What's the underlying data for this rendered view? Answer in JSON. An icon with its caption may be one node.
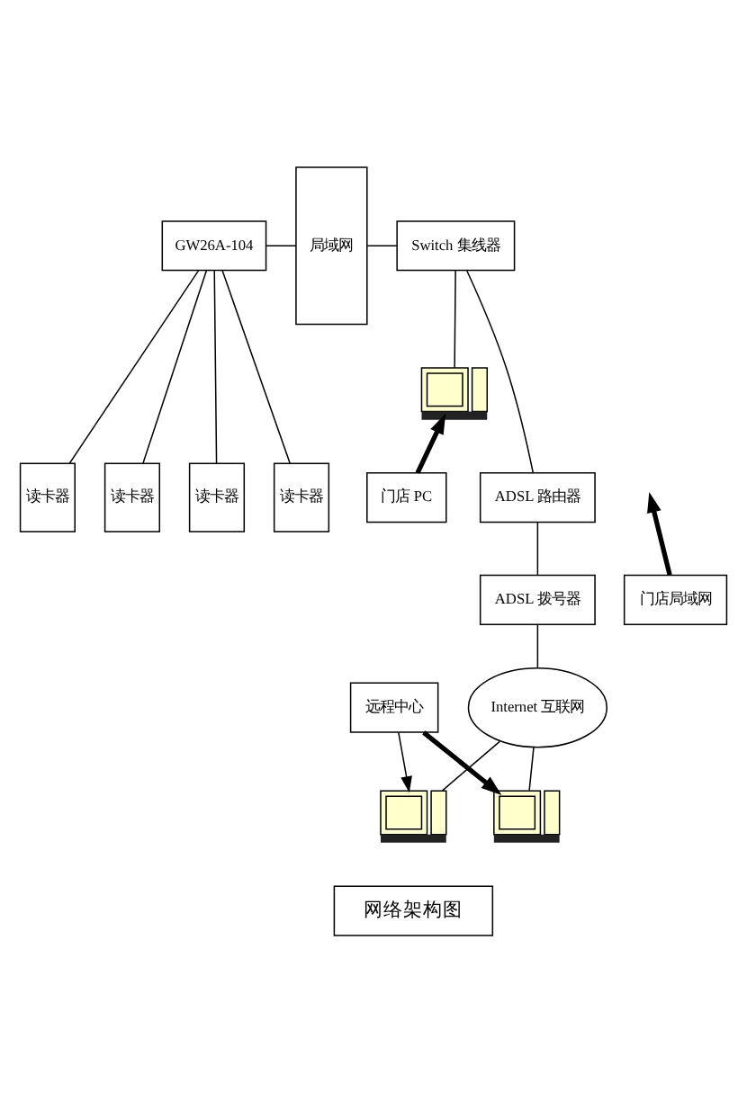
{
  "diagram": {
    "nodes": [
      {
        "text": [
          "局域网"
        ]
      },
      {
        "text": [
          "Switch 集线器"
        ]
      },
      {
        "text": [],
        "shape": "picture"
      },
      {
        "text": [
          "门店 PC"
        ]
      },
      {
        "text": [
          "GW26A-104"
        ]
      },
      {
        "text": [
          "读卡器"
        ]
      },
      {
        "text": [
          "读卡器"
        ]
      },
      {
        "text": [
          "读卡器"
        ]
      },
      {
        "text": [
          "读卡器"
        ]
      },
      {
        "text": [
          "门店局域网"
        ]
      },
      {
        "text": [
          "ADSL 路由器"
        ]
      },
      {
        "text": [
          "ADSL 拨号器"
        ]
      },
      {
        "text": [
          "Internet 互联网"
        ]
      },
      {
        "text": [
          "远程中心"
        ]
      },
      {
        "text": [],
        "shape": "picture"
      },
      {
        "text": [],
        "shape": "picture"
      },
      {
        "text": [
          "网络架构图"
        ]
      }
    ],
    "edges": [
      {
        "from": 0,
        "to": 1,
        "arrow": "none"
      },
      {
        "from": 1,
        "to": 2,
        "arrow": "none"
      },
      {
        "from": 3,
        "to": 2,
        "arrow": "to",
        "style": "thick"
      },
      {
        "from": 4,
        "to": 0,
        "arrow": "none"
      },
      {
        "from": 4,
        "to": 5,
        "arrow": "none"
      },
      {
        "from": 4,
        "to": 6,
        "arrow": "none"
      },
      {
        "from": 4,
        "to": 7,
        "arrow": "none"
      },
      {
        "from": 4,
        "to": 8,
        "arrow": "none"
      },
      {
        "from": 9,
        "to": null,
        "arrow": "to",
        "style": "thick"
      },
      {
        "from": 1,
        "to": 10,
        "arrow": "none"
      },
      {
        "from": 10,
        "to": 11,
        "arrow": "none"
      },
      {
        "from": 11,
        "to": 12,
        "arrow": "none"
      },
      {
        "from": 12,
        "to": 14,
        "arrow": "none"
      },
      {
        "from": 12,
        "to": 15,
        "arrow": "none"
      },
      {
        "from": 13,
        "to": 14,
        "arrow": "to"
      },
      {
        "from": 13,
        "to": 15,
        "arrow": "to",
        "style": "thick"
      }
    ]
  }
}
